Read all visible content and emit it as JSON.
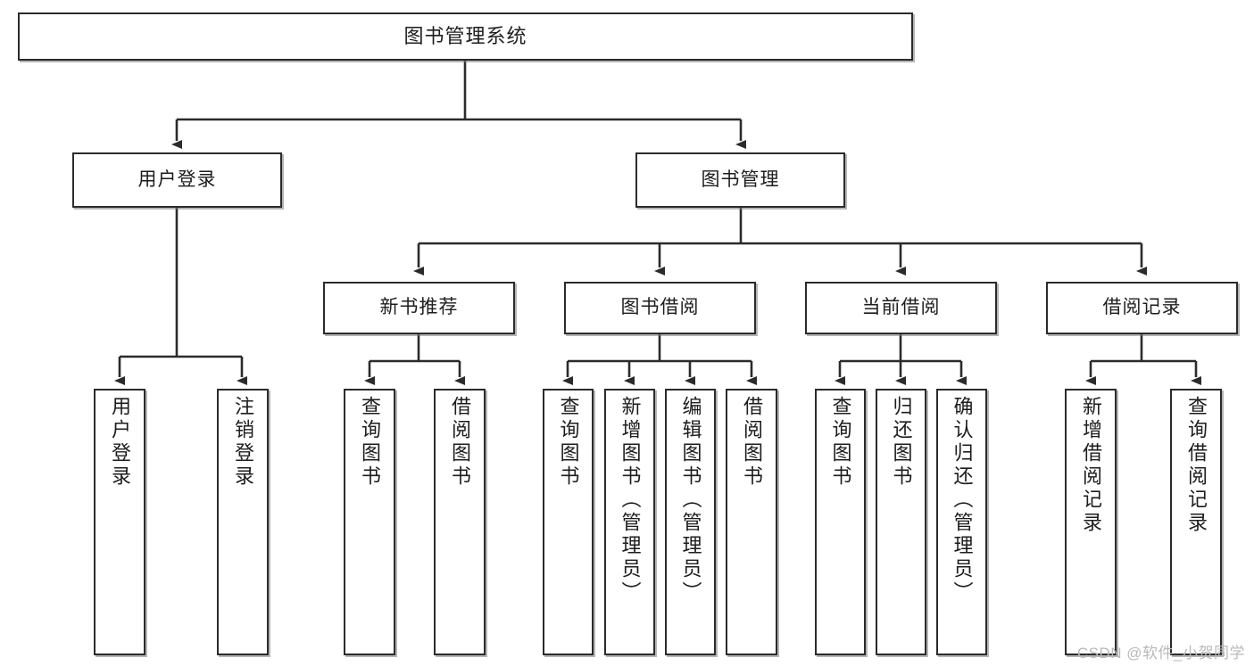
{
  "diagram": {
    "type": "tree",
    "title": "图书管理系统",
    "watermark": "CSDN @软件_小贺同学",
    "colors": {
      "box_border": "#2b2b2b",
      "box_fill": "#ffffff",
      "connector": "#2b2b2b",
      "text": "#1d1d1d",
      "watermark": "#b9b9b9"
    },
    "levels": {
      "root": {
        "label": "图书管理系统"
      },
      "level2": [
        {
          "label": "用户登录"
        },
        {
          "label": "图书管理"
        }
      ],
      "level3": [
        {
          "label": "新书推荐"
        },
        {
          "label": "图书借阅"
        },
        {
          "label": "当前借阅"
        },
        {
          "label": "借阅记录"
        }
      ]
    },
    "leaves": {
      "user_login": [
        {
          "label": "用户登录"
        },
        {
          "label": "注销登录"
        }
      ],
      "new_book_recommend": [
        {
          "label": "查询图书"
        },
        {
          "label": "借阅图书"
        }
      ],
      "book_borrow": [
        {
          "label": "查询图书"
        },
        {
          "label": "新增图书（管理员）"
        },
        {
          "label": "编辑图书（管理员）"
        },
        {
          "label": "借阅图书"
        }
      ],
      "current_borrow": [
        {
          "label": "查询图书"
        },
        {
          "label": "归还图书"
        },
        {
          "label": "确认归还（管理员）"
        }
      ],
      "borrow_record": [
        {
          "label": "新增借阅记录"
        },
        {
          "label": "查询借阅记录"
        }
      ]
    }
  }
}
